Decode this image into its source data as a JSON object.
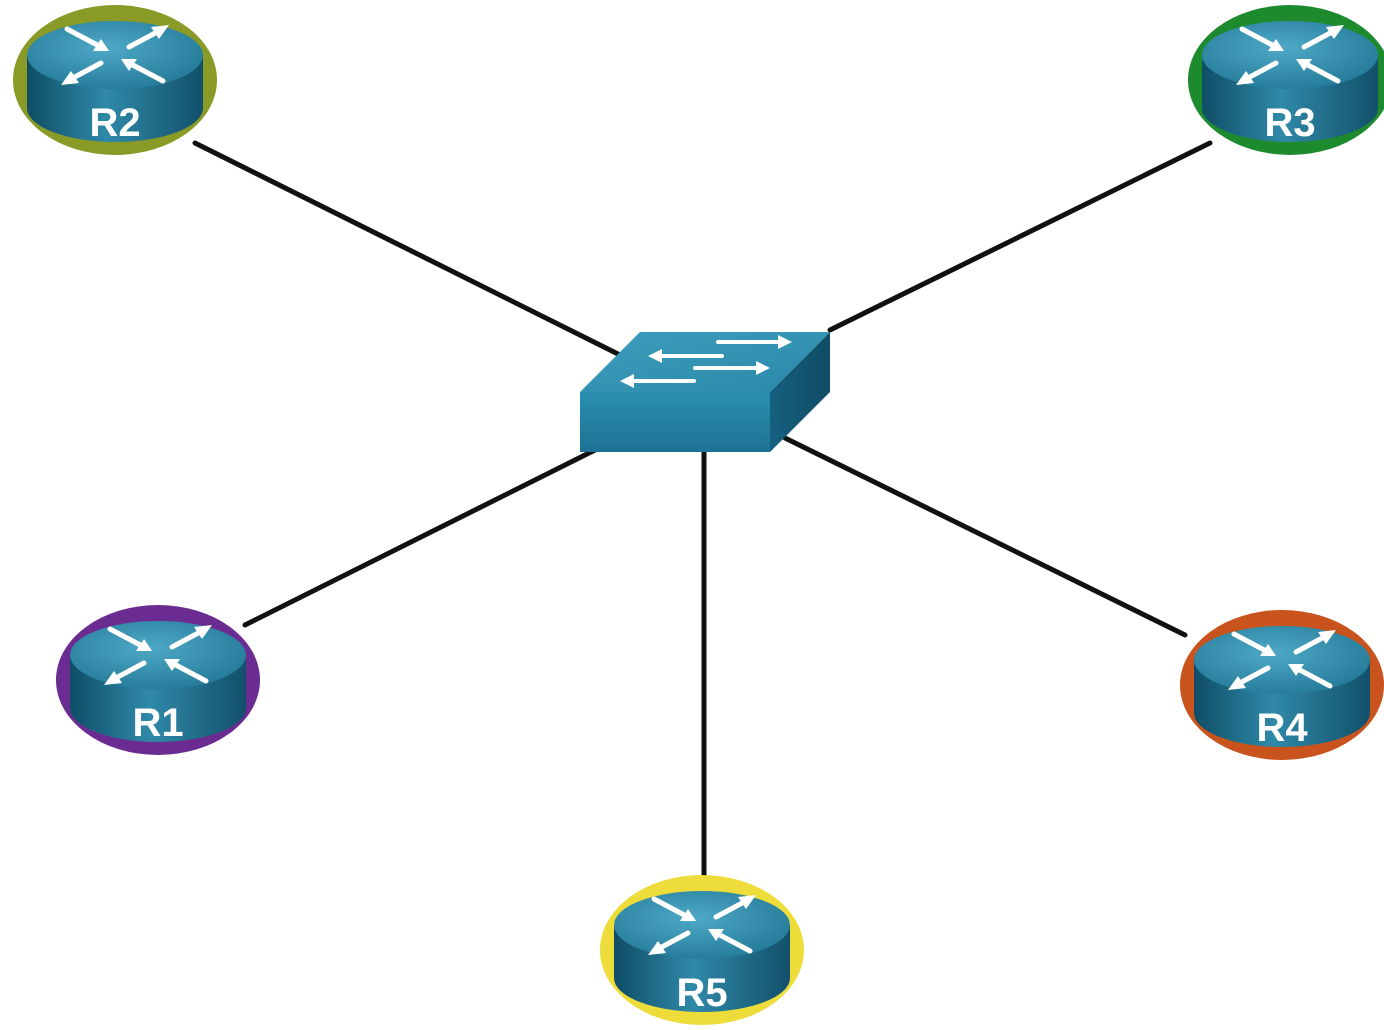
{
  "diagram": {
    "switch": {
      "icon": "switch-icon"
    },
    "routers": [
      {
        "id": "r1",
        "label": "R1",
        "ring_color": "#6a2c91",
        "icon": "router-icon"
      },
      {
        "id": "r2",
        "label": "R2",
        "ring_color": "#8a9a26",
        "icon": "router-icon"
      },
      {
        "id": "r3",
        "label": "R3",
        "ring_color": "#1e8a2e",
        "icon": "router-icon"
      },
      {
        "id": "r4",
        "label": "R4",
        "ring_color": "#c9531c",
        "icon": "router-icon"
      },
      {
        "id": "r5",
        "label": "R5",
        "ring_color": "#eedc3a",
        "icon": "router-icon"
      }
    ],
    "links": [
      {
        "from": "switch",
        "to": "r1"
      },
      {
        "from": "switch",
        "to": "r2"
      },
      {
        "from": "switch",
        "to": "r3"
      },
      {
        "from": "switch",
        "to": "r4"
      },
      {
        "from": "switch",
        "to": "r5"
      }
    ]
  }
}
